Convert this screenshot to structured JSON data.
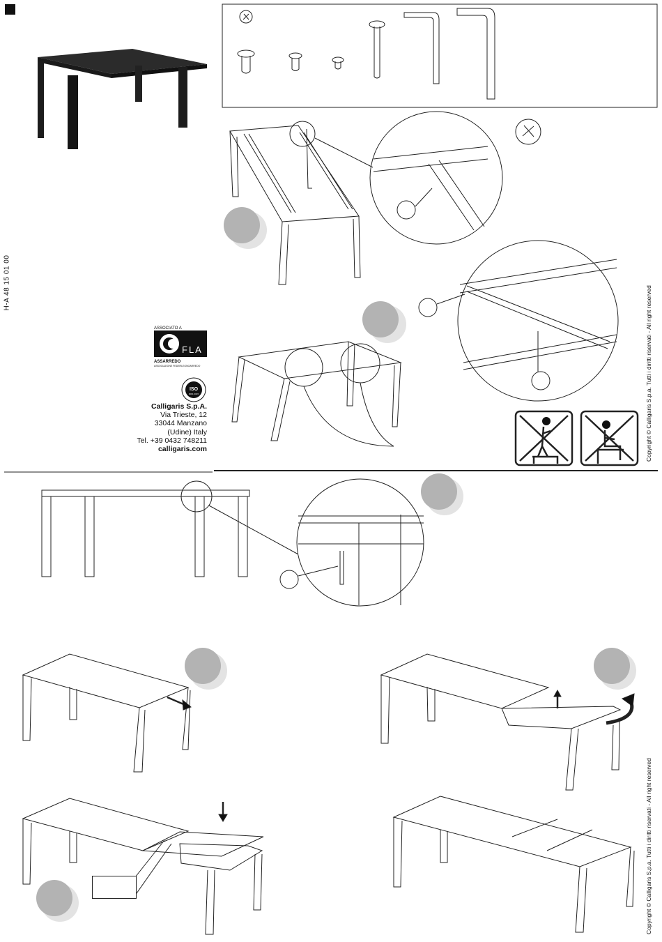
{
  "document": {
    "side_code": "H-A 48 15 01 00",
    "copyright": "Copyright © Calligaris S.p.a.   Tutti i diritti riservati - All right reserved",
    "company": {
      "name": "Calligaris S.p.A.",
      "street": "Via Trieste, 12",
      "city": "33044 Manzano",
      "region": "(Udine) Italy",
      "phone": "Tel. +39 0432 748211",
      "website": "calligaris.com"
    },
    "logos": {
      "fla_top": "ASSOCIATO A",
      "fla_mark": "FLA",
      "fla_sub": "ASSARREDO",
      "fla_sub2": "ASSOCIAZIONE FEDERLEGNOARREDO",
      "iso": "ISO",
      "iso_sub": "9001:2015"
    }
  },
  "colors": {
    "line": "#222222",
    "step_circle": "#b3b3b3",
    "step_shadow": "#e3e3e3",
    "table_top_photo": "#2b2b2b"
  }
}
